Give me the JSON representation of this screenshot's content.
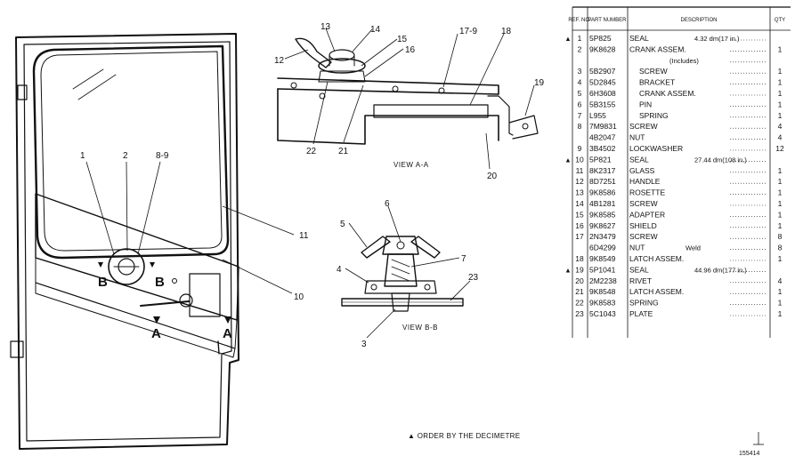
{
  "callouts": {
    "c1": "1",
    "c2": "2",
    "c8_9": "8-9",
    "c10": "10",
    "c11": "11",
    "c12": "12",
    "c13": "13",
    "c14": "14",
    "c15": "15",
    "c16": "16",
    "c17_9": "17-9",
    "c18": "18",
    "c19": "19",
    "c20": "20",
    "c21": "21",
    "c22": "22",
    "c3": "3",
    "c4": "4",
    "c5": "5",
    "c6": "6",
    "c7": "7",
    "c23": "23",
    "b_left": "B",
    "b_right": "B",
    "a_left": "A",
    "a_right": "A"
  },
  "views": {
    "view_a": "VIEW A-A",
    "view_b": "VIEW B-B"
  },
  "footnote": "▲ ORDER BY THE DECIMETRE",
  "figure_number": "155414",
  "table": {
    "headers": {
      "ref": "REF. NO.",
      "part": "PART NUMBER",
      "desc": "DESCRIPTION",
      "qty": "QTY"
    },
    "rows": [
      {
        "mark": "▲",
        "ref": "1",
        "part": "5P825",
        "desc": "SEAL",
        "note": "4.32 dm(17 in.)",
        "qty": ""
      },
      {
        "mark": "",
        "ref": "2",
        "part": "9K8628",
        "desc": "CRANK ASSEM.",
        "note": "",
        "qty": "1"
      },
      {
        "mark": "",
        "ref": "",
        "part": "",
        "desc": "(Includes)",
        "note": "",
        "qty": ""
      },
      {
        "mark": "",
        "ref": "3",
        "part": "5B2907",
        "desc": "SCREW",
        "note": "",
        "qty": "1"
      },
      {
        "mark": "",
        "ref": "4",
        "part": "5D2845",
        "desc": "BRACKET",
        "note": "",
        "qty": "1"
      },
      {
        "mark": "",
        "ref": "5",
        "part": "6H3608",
        "desc": "CRANK ASSEM.",
        "note": "",
        "qty": "1"
      },
      {
        "mark": "",
        "ref": "6",
        "part": "5B3155",
        "desc": "PIN",
        "note": "",
        "qty": "1"
      },
      {
        "mark": "",
        "ref": "7",
        "part": "L955",
        "desc": "SPRING",
        "note": "",
        "qty": "1"
      },
      {
        "mark": "",
        "ref": "8",
        "part": "7M9831",
        "desc": "SCREW",
        "note": "",
        "qty": "4"
      },
      {
        "mark": "",
        "ref": "",
        "part": "4B2047",
        "desc": "NUT",
        "note": "",
        "qty": "4"
      },
      {
        "mark": "",
        "ref": "9",
        "part": "3B4502",
        "desc": "LOCKWASHER",
        "note": "",
        "qty": "12"
      },
      {
        "mark": "▲",
        "ref": "10",
        "part": "5P821",
        "desc": "SEAL",
        "note": "27.44 dm(108 in.)",
        "qty": ""
      },
      {
        "mark": "",
        "ref": "11",
        "part": "8K2317",
        "desc": "GLASS",
        "note": "",
        "qty": "1"
      },
      {
        "mark": "",
        "ref": "12",
        "part": "8D7251",
        "desc": "HANDLE",
        "note": "",
        "qty": "1"
      },
      {
        "mark": "",
        "ref": "13",
        "part": "9K8586",
        "desc": "ROSETTE",
        "note": "",
        "qty": "1"
      },
      {
        "mark": "",
        "ref": "14",
        "part": "4B1281",
        "desc": "SCREW",
        "note": "",
        "qty": "1"
      },
      {
        "mark": "",
        "ref": "15",
        "part": "9K8585",
        "desc": "ADAPTER",
        "note": "",
        "qty": "1"
      },
      {
        "mark": "",
        "ref": "16",
        "part": "9K8627",
        "desc": "SHIELD",
        "note": "",
        "qty": "1"
      },
      {
        "mark": "",
        "ref": "17",
        "part": "2N3479",
        "desc": "SCREW",
        "note": "",
        "qty": "8"
      },
      {
        "mark": "",
        "ref": "",
        "part": "6D4299",
        "desc": "NUT",
        "note": "Weld",
        "qty": "8"
      },
      {
        "mark": "",
        "ref": "18",
        "part": "9K8549",
        "desc": "LATCH ASSEM.",
        "note": "",
        "qty": "1"
      },
      {
        "mark": "▲",
        "ref": "19",
        "part": "5P1041",
        "desc": "SEAL",
        "note": "44.96 dm(177 in.)",
        "qty": ""
      },
      {
        "mark": "",
        "ref": "20",
        "part": "2M2238",
        "desc": "RIVET",
        "note": "",
        "qty": "4"
      },
      {
        "mark": "",
        "ref": "21",
        "part": "9K8548",
        "desc": "LATCH ASSEM.",
        "note": "",
        "qty": "1"
      },
      {
        "mark": "",
        "ref": "22",
        "part": "9K8583",
        "desc": "SPRING",
        "note": "",
        "qty": "1"
      },
      {
        "mark": "",
        "ref": "23",
        "part": "5C1043",
        "desc": "PLATE",
        "note": "",
        "qty": "1"
      }
    ]
  }
}
